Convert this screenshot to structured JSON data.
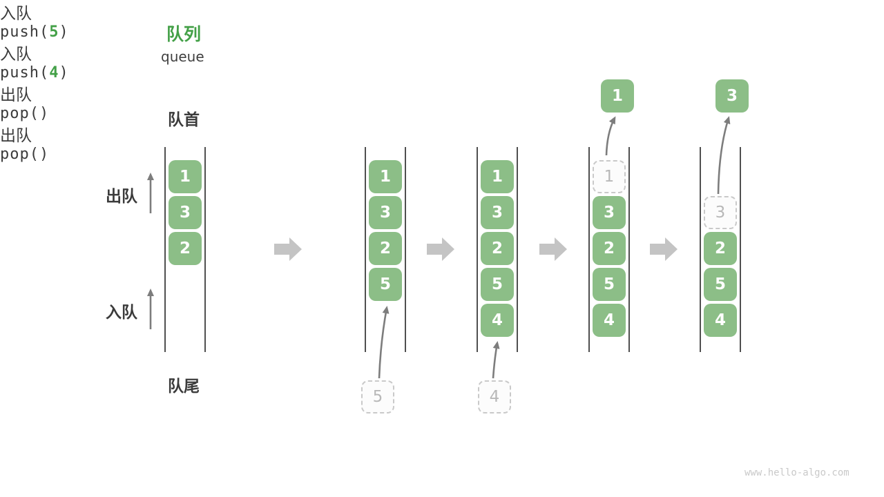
{
  "title": {
    "zh": "队列",
    "en": "queue"
  },
  "side_labels": {
    "front": "队首",
    "rear": "队尾",
    "dequeue": "出队",
    "enqueue": "入队"
  },
  "watermark": "www.hello-algo.com",
  "colors": {
    "green_box": "#8cbe87",
    "green_text": "#43a047",
    "dark_text": "#3b3b3b",
    "rail": "#4f4f4f",
    "thin_arrow": "#7d7d7d",
    "block_arrow": "#c4c4c4",
    "ghost_border": "#c9c9c9",
    "ghost_text": "#b8b8b8",
    "watermark": "#c9c9c9"
  },
  "columns": [
    {
      "slots": [
        {
          "v": "1",
          "t": "solid"
        },
        {
          "v": "3",
          "t": "solid"
        },
        {
          "v": "2",
          "t": "solid"
        },
        null,
        null
      ]
    },
    {
      "slots": [
        {
          "v": "1",
          "t": "solid"
        },
        {
          "v": "3",
          "t": "solid"
        },
        {
          "v": "2",
          "t": "solid"
        },
        {
          "v": "5",
          "t": "solid"
        },
        null
      ],
      "staged": {
        "v": "5"
      },
      "action_bottom": {
        "label": "入队",
        "code_before": "push(",
        "arg": "5",
        "code_after": ")"
      }
    },
    {
      "slots": [
        {
          "v": "1",
          "t": "solid"
        },
        {
          "v": "3",
          "t": "solid"
        },
        {
          "v": "2",
          "t": "solid"
        },
        {
          "v": "5",
          "t": "solid"
        },
        {
          "v": "4",
          "t": "solid"
        }
      ],
      "staged": {
        "v": "4"
      },
      "action_bottom": {
        "label": "入队",
        "code_before": "push(",
        "arg": "4",
        "code_after": ")"
      }
    },
    {
      "slots": [
        {
          "v": "1",
          "t": "ghost"
        },
        {
          "v": "3",
          "t": "solid"
        },
        {
          "v": "2",
          "t": "solid"
        },
        {
          "v": "5",
          "t": "solid"
        },
        {
          "v": "4",
          "t": "solid"
        }
      ],
      "popped": {
        "v": "1"
      },
      "action_top": {
        "label": "出队",
        "code": "pop()"
      }
    },
    {
      "slots": [
        null,
        {
          "v": "3",
          "t": "ghost"
        },
        {
          "v": "2",
          "t": "solid"
        },
        {
          "v": "5",
          "t": "solid"
        },
        {
          "v": "4",
          "t": "solid"
        }
      ],
      "popped": {
        "v": "3"
      },
      "action_top": {
        "label": "出队",
        "code": "pop()"
      }
    }
  ]
}
